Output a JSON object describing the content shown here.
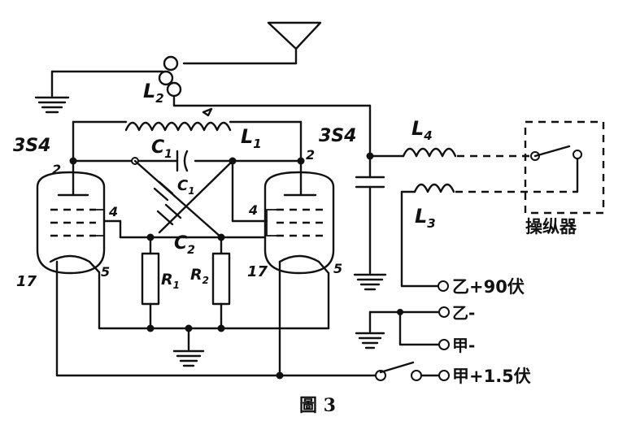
{
  "labels": {
    "tube_left": "3S4",
    "tube_right": "3S4",
    "pin2_left": "2",
    "pin4_left": "4",
    "pin5_left": "5",
    "pin17_left": "17",
    "pin2_right": "2",
    "pin4_right": "4",
    "pin5_right": "5",
    "pin17_right": "17",
    "L1": "L",
    "L1_sub": "1",
    "L2": "L",
    "L2_sub": "2",
    "L3": "L",
    "L3_sub": "3",
    "L4": "L",
    "L4_sub": "4",
    "C1": "C",
    "C1_sub": "1",
    "C1b": "C",
    "C1b_sub": "1",
    "C2": "C",
    "C2_sub": "2",
    "R1": "R",
    "R1_sub": "1",
    "R2": "R",
    "R2_sub": "2",
    "controller": "操纵器"
  },
  "terminals": {
    "b_plus": "乙+90伏",
    "b_minus": "乙-",
    "a_minus": "甲-",
    "a_plus": "甲+1.5伏"
  },
  "caption": "圖 3"
}
